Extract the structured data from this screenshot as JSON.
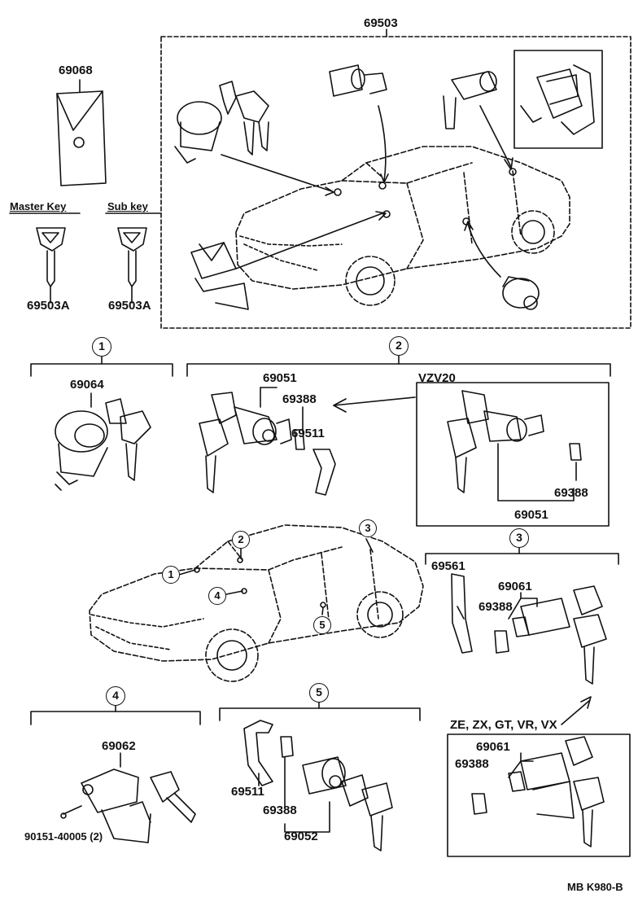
{
  "diagram": {
    "top_kit": {
      "part": "69503"
    },
    "card": {
      "part": "69068"
    },
    "master_key": {
      "header": "Master Key",
      "part": "69503A"
    },
    "sub_key": {
      "header": "Sub key",
      "part": "69503A"
    },
    "group1": {
      "marker": "1",
      "part": "69064"
    },
    "group2": {
      "marker": "2",
      "cylinder": "69051",
      "retainer": "69388",
      "clip": "69511",
      "variant_label": "VZV20",
      "variant_retainer": "69388",
      "variant_cylinder": "69051"
    },
    "car_callouts": [
      "1",
      "2",
      "3",
      "4",
      "5"
    ],
    "group3": {
      "marker": "3",
      "plate": "69561",
      "cylinder": "69061",
      "retainer": "69388",
      "variant_label": "ZE, ZX, GT, VR, VX",
      "variant_cylinder": "69061",
      "variant_retainer": "69388"
    },
    "group4": {
      "marker": "4",
      "part": "69062",
      "screw": "90151-40005 (2)"
    },
    "group5": {
      "marker": "5",
      "clip": "69511",
      "retainer": "69388",
      "cylinder": "69052"
    },
    "footer_code": "MB K980-B"
  }
}
